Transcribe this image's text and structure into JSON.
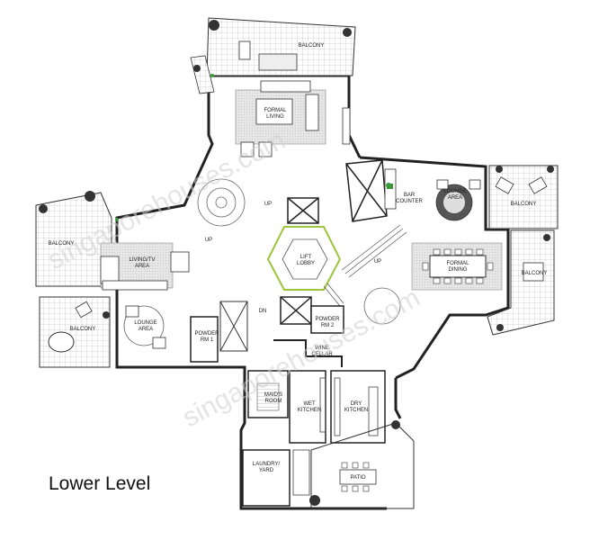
{
  "plan": {
    "level_label": "Lower Level",
    "watermark": "singaporehouses.com",
    "rooms": {
      "balcony_top": "BALCONY",
      "formal_living": [
        "FORMAL",
        "LIVING"
      ],
      "bar_counter": [
        "BAR",
        "COUNTER"
      ],
      "lounge_area_right": [
        "LOUNGE",
        "AREA"
      ],
      "balcony_right_top": "BALCONY",
      "balcony_left": "BALCONY",
      "living_tv": [
        "LIVING/TV",
        "AREA"
      ],
      "lift_lobby": [
        "LIFT",
        "LOBBY"
      ],
      "formal_dining": [
        "FORMAL",
        "DINING"
      ],
      "balcony_right": "BALCONY",
      "balcony_bottom_left": "BALCONY",
      "lounge_area_left": [
        "LOUNGE",
        "AREA"
      ],
      "powder_left": [
        "POWDER",
        "RM 1"
      ],
      "powder_right": [
        "POWDER",
        "RM 2"
      ],
      "wine_cellar": [
        "WINE",
        "CELLAR"
      ],
      "maids_room": [
        "MAID'S",
        "ROOM"
      ],
      "wet_kitchen": [
        "WET",
        "KITCHEN"
      ],
      "dry_kitchen": [
        "DRY",
        "KITCHEN"
      ],
      "laundry_yard": [
        "LAUNDRY/",
        "YARD"
      ],
      "patio": "PATIO"
    },
    "markers": {
      "up": "UP",
      "dn": "DN"
    },
    "colors": {
      "lift_lobby_outline": "#9cc43c",
      "greenery": "#3a9a3a",
      "wall": "#222222"
    }
  }
}
